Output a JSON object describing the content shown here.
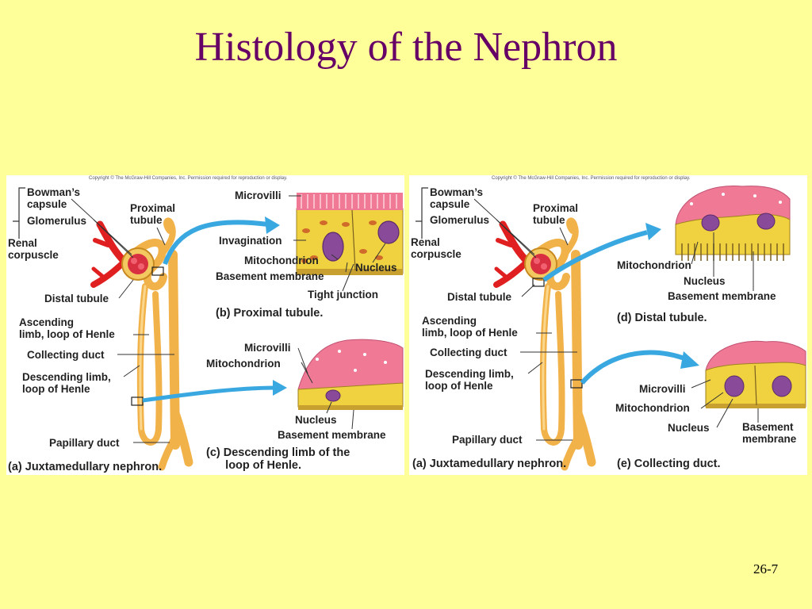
{
  "title": "Histology of the Nephron",
  "page_number": "26-7",
  "colors": {
    "background": "#ffff99",
    "title": "#660066",
    "tubule": "#f2b24a",
    "tubule_light": "#fad78c",
    "vessel": "#e02020",
    "cell": "#f0d240",
    "nucleus": "#8a4a9a",
    "microvilli": "#f07a96",
    "arrow": "#3aa8e0"
  },
  "left_panel": {
    "copyright": "Copyright © The McGraw-Hill Companies, Inc. Permission required for reproduction or display.",
    "labels": {
      "bowmans_capsule": "Bowman’s\ncapsule",
      "glomerulus": "Glomerulus",
      "renal_corpuscle": "Renal\ncorpuscle",
      "proximal_tubule": "Proximal\ntubule",
      "distal_tubule": "Distal tubule",
      "ascending_limb": "Ascending\nlimb, loop of Henle",
      "collecting_duct": "Collecting duct",
      "descending_limb": "Descending limb,\nloop of Henle",
      "papillary_duct": "Papillary duct",
      "microvilli_b": "Microvilli",
      "invagination": "Invagination",
      "mitochondrion_b": "Mitochondrion",
      "basement_membrane_b": "Basement membrane",
      "nucleus_b": "Nucleus",
      "tight_junction": "Tight junction",
      "microvilli_c": "Microvilli",
      "mitochondrion_c": "Mitochondrion",
      "nucleus_c": "Nucleus",
      "basement_membrane_c": "Basement membrane"
    },
    "captions": {
      "a": "(a) Juxtamedullary nephron.",
      "b": "(b) Proximal tubule.",
      "c": "(c) Descending limb of the\n      loop of Henle."
    }
  },
  "right_panel": {
    "copyright": "Copyright © The McGraw-Hill Companies, Inc. Permission required for reproduction or display.",
    "labels": {
      "bowmans_capsule": "Bowman’s\ncapsule",
      "glomerulus": "Glomerulus",
      "renal_corpuscle": "Renal\ncorpuscle",
      "proximal_tubule": "Proximal\ntubule",
      "distal_tubule": "Distal tubule",
      "ascending_limb": "Ascending\nlimb, loop of Henle",
      "collecting_duct": "Collecting duct",
      "descending_limb": "Descending limb,\nloop of Henle",
      "papillary_duct": "Papillary duct",
      "mitochondrion_d": "Mitochondrion",
      "nucleus_d": "Nucleus",
      "basement_membrane_d": "Basement membrane",
      "microvilli_e": "Microvilli",
      "mitochondrion_e": "Mitochondrion",
      "nucleus_e": "Nucleus",
      "basement_membrane_e": "Basement\nmembrane"
    },
    "captions": {
      "a": "(a) Juxtamedullary nephron.",
      "d": "(d) Distal tubule.",
      "e": "(e) Collecting duct."
    }
  }
}
